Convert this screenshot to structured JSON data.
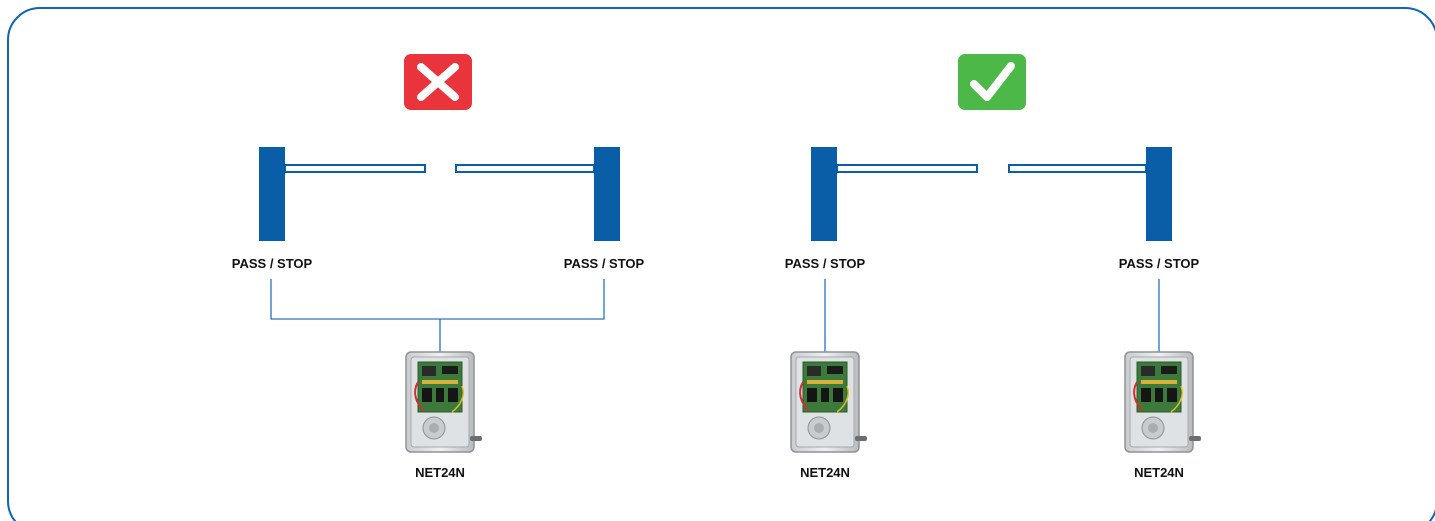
{
  "colors": {
    "frame": "#1166b0",
    "barrier": "#0a5ea8",
    "wire": "#2a74b8",
    "wrong": "#e8343a",
    "correct": "#4cb847"
  },
  "diagram": {
    "wrong": {
      "badge_icon": "cross-icon",
      "left_label": "PASS / STOP",
      "right_label": "PASS / STOP",
      "controller_label": "NET24N"
    },
    "correct": {
      "badge_icon": "check-icon",
      "left_label": "PASS / STOP",
      "right_label": "PASS / STOP",
      "left_controller_label": "NET24N",
      "right_controller_label": "NET24N"
    }
  }
}
